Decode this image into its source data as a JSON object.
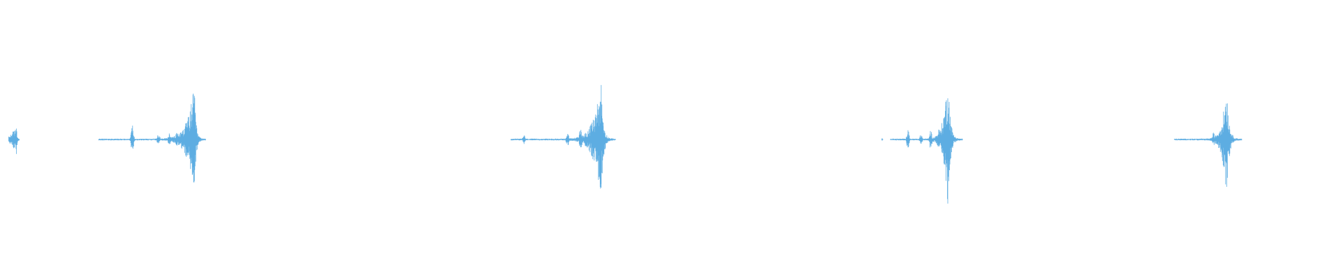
{
  "waveform": {
    "color": "#5dade2",
    "background": "#ffffff",
    "duration_s": 30.72,
    "amplitude_range": [
      -1,
      1
    ],
    "bursts": [
      {
        "start_s": 0.2,
        "end_s": 0.44,
        "peak_s": 0.38,
        "peak": 0.17,
        "base": 0.008,
        "build": 0.2
      },
      {
        "start_s": 2.26,
        "end_s": 4.71,
        "peak_s": 4.45,
        "peak": 0.39,
        "base": 0.006,
        "build": 0.7,
        "spikes": [
          {
            "t": 3.03,
            "a": 0.11
          },
          {
            "t": 3.63,
            "a": 0.05
          },
          {
            "t": 3.88,
            "a": 0.05
          },
          {
            "t": 4.05,
            "a": 0.06
          },
          {
            "t": 4.18,
            "a": 0.08
          }
        ]
      },
      {
        "start_s": 11.7,
        "end_s": 14.1,
        "peak_s": 13.77,
        "peak": 0.44,
        "base": 0.006,
        "build": 0.6,
        "spikes": [
          {
            "t": 12.0,
            "a": 0.035
          },
          {
            "t": 13.0,
            "a": 0.05
          },
          {
            "t": 13.3,
            "a": 0.1
          },
          {
            "t": 13.65,
            "a": 0.16
          }
        ]
      },
      {
        "start_s": 20.2,
        "end_s": 20.23,
        "peak_s": 20.21,
        "peak": 0.02,
        "base": 0.004,
        "build": 0.3
      },
      {
        "start_s": 20.4,
        "end_s": 22.05,
        "peak_s": 21.72,
        "peak": 0.51,
        "base": 0.006,
        "build": 0.7,
        "spikes": [
          {
            "t": 20.8,
            "a": 0.07
          },
          {
            "t": 21.1,
            "a": 0.04
          },
          {
            "t": 21.32,
            "a": 0.07
          },
          {
            "t": 21.5,
            "a": 0.08
          }
        ]
      },
      {
        "start_s": 26.9,
        "end_s": 28.45,
        "peak_s": 28.1,
        "peak": 0.42,
        "base": 0.006,
        "build": 0.6,
        "spikes": [
          {
            "t": 27.8,
            "a": 0.05
          }
        ]
      }
    ]
  }
}
